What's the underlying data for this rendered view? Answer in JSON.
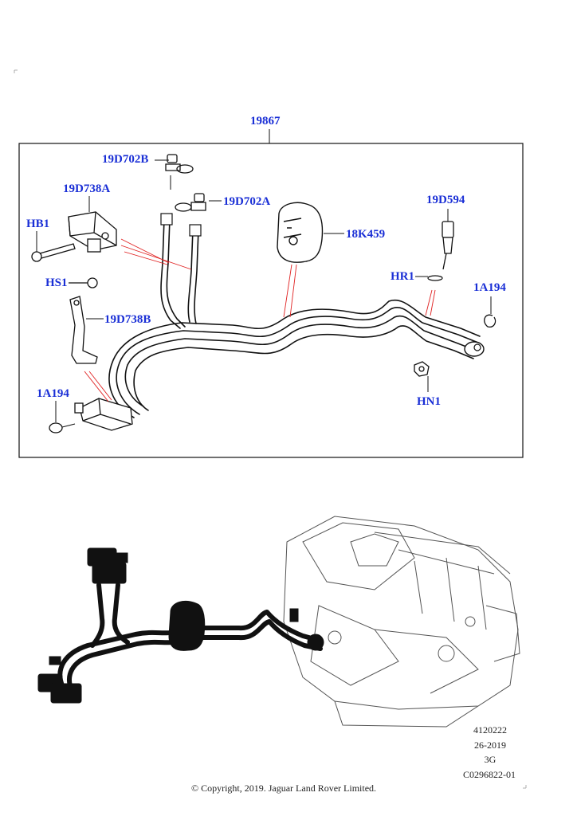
{
  "diagram": {
    "assembly_label": "19867",
    "parts": {
      "p_19D702B": "19D702B",
      "p_19D738A": "19D738A",
      "p_19D702A": "19D702A",
      "p_18K459": "18K459",
      "p_19D594": "19D594",
      "p_HB1": "HB1",
      "p_HS1": "HS1",
      "p_19D738B": "19D738B",
      "p_HR1": "HR1",
      "p_1A194_right": "1A194",
      "p_1A194_left": "1A194",
      "p_HN1": "HN1"
    }
  },
  "footer": {
    "ref_number": "4120222",
    "date": "26-2019",
    "code": "3G",
    "illustration_id": "C0296822-01",
    "copyright": "© Copyright, 2019. Jaguar Land Rover Limited."
  },
  "colors": {
    "label_blue": "#1a2fd6",
    "leader_red": "#e02020",
    "line_black": "#111111"
  }
}
